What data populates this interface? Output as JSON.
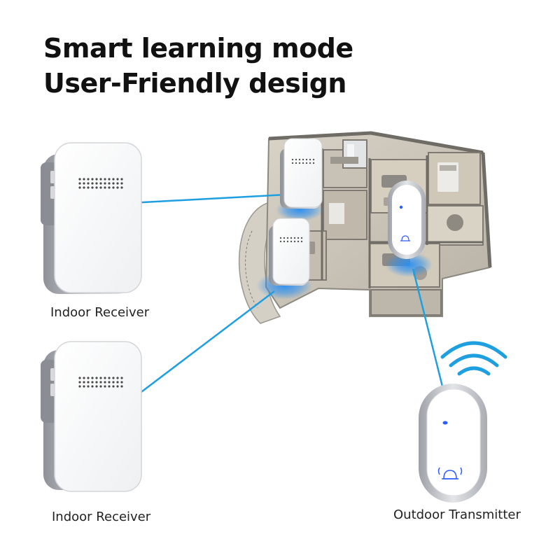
{
  "headline": {
    "line1": "Smart learning mode",
    "line2": "User-Friendly design"
  },
  "labels": {
    "receiver_top": "Indoor Receiver",
    "receiver_bottom": "Indoor Receiver",
    "transmitter": "Outdoor Transmitter"
  },
  "colors": {
    "link_line": "#1e9fe0",
    "signal_glow": "#2a8ff0",
    "indicator_led": "#2b5cff",
    "device_body": "#ffffff",
    "device_shell": "#b9bcc2"
  },
  "icons": {
    "signal": "wifi-waves-icon",
    "bell_button": "bell-icon"
  }
}
